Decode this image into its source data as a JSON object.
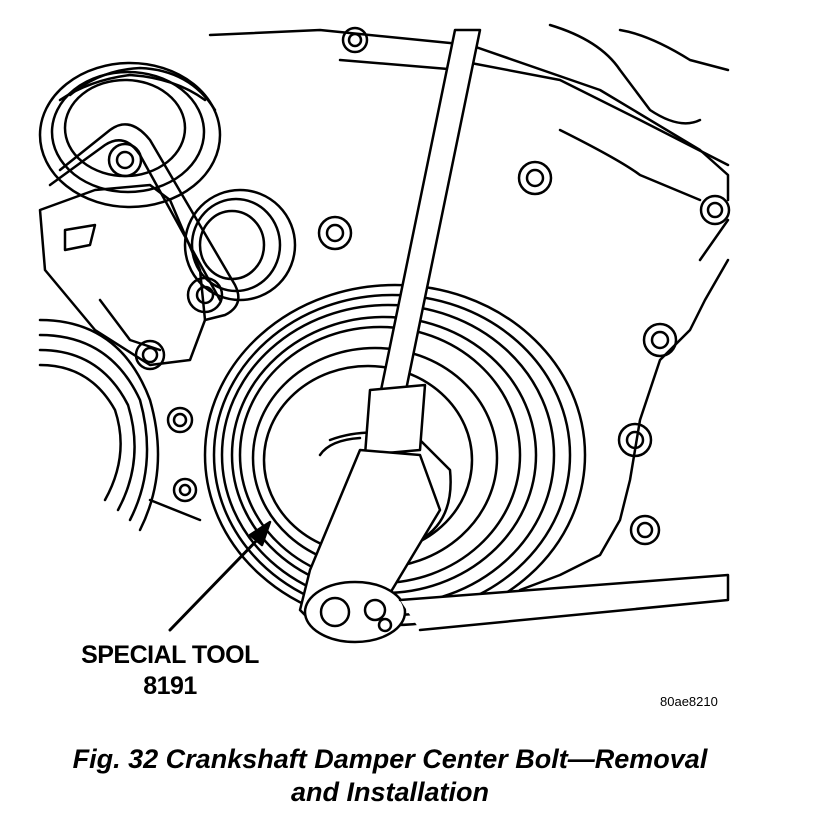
{
  "callout": {
    "line1": "SPECIAL TOOL",
    "line2": "8191"
  },
  "reference_code": "80ae8210",
  "caption": {
    "line1": "Fig. 32 Crankshaft Damper Center Bolt—Removal",
    "line2": "and Installation"
  },
  "colors": {
    "ink": "#000000",
    "paper": "#ffffff"
  }
}
